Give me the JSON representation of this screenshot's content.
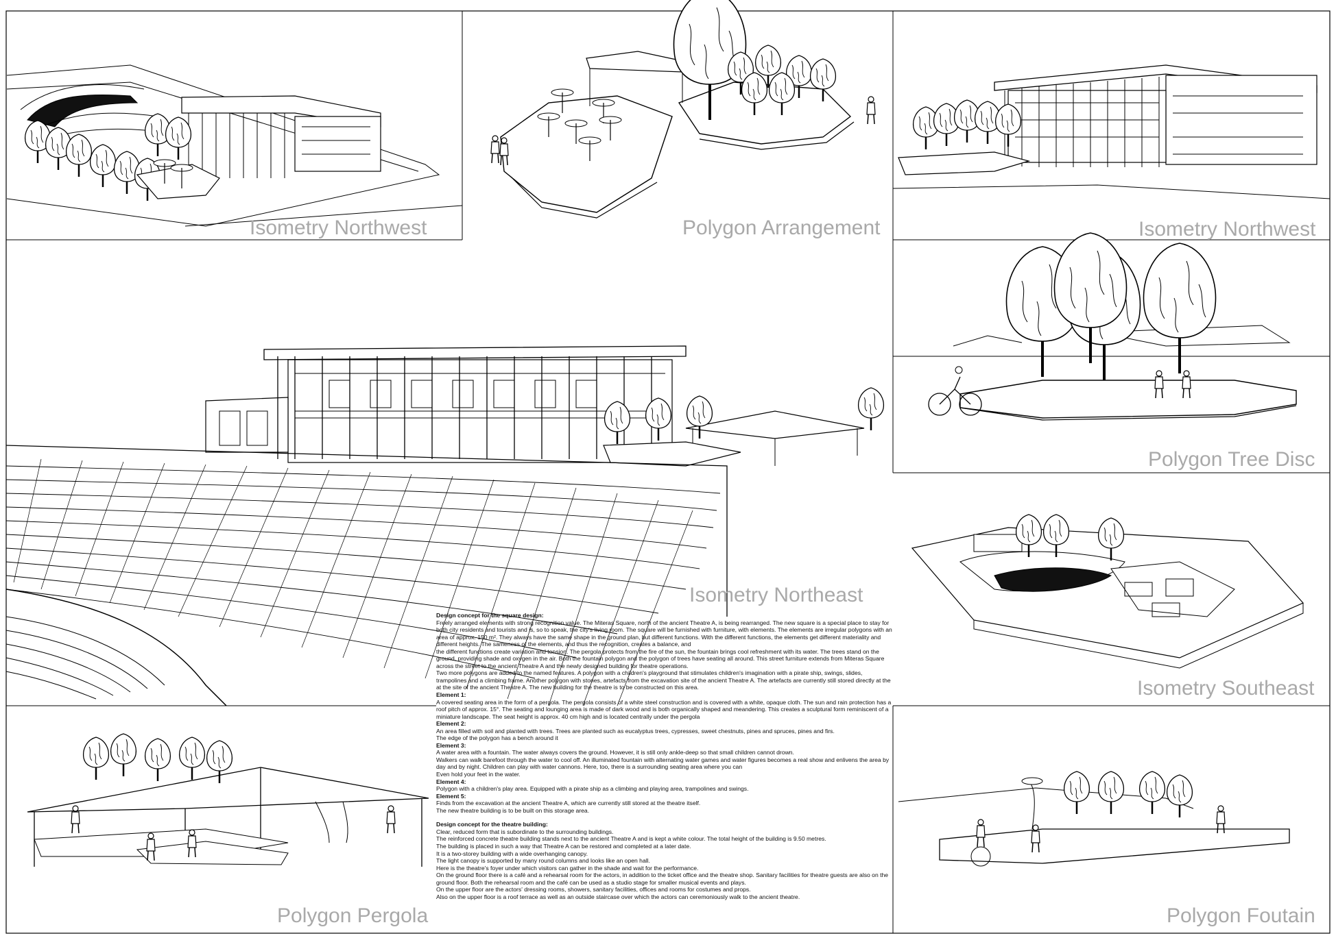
{
  "panels": [
    {
      "id": "iso-nw-1",
      "label": "Isometry Northwest"
    },
    {
      "id": "polygon-arrangement",
      "label": "Polygon Arrangement"
    },
    {
      "id": "iso-nw-2",
      "label": "Isometry Northwest"
    },
    {
      "id": "polygon-tree-disc",
      "label": "Polygon Tree Disc"
    },
    {
      "id": "iso-ne",
      "label": "Isometry Northeast"
    },
    {
      "id": "iso-se",
      "label": "Isometry Southeast"
    },
    {
      "id": "polygon-pergola",
      "label": "Polygon Pergola"
    },
    {
      "id": "polygon-fountain",
      "label": "Polygon Foutain"
    }
  ],
  "concept": {
    "square_heading": "Design concept for the square design:",
    "square_paragraphs": [
      "Freely arranged elements with strong recognition value. The Miteras Square, north of the ancient Theatre A, is being rearranged. The new square is a special place to stay for both city residents and tourists and is, so to speak, the city's living room. The square will be furnished with furniture, with elements. The elements are irregular polygons with an area of approx. 150 m². They always have the same shape in the ground plan, but different functions. With the different functions, the elements get different materiality and different heights. The sameness of the elements, and thus the recognition, creates a balance, and",
      "the different functions create variation and tension. The pergola protects from the fire of the sun, the fountain brings cool refreshment with its water. The trees stand on the ground, providing shade and oxygen in the air. Both the fountain polygon and the polygon of trees have seating all around. This street furniture extends from Miteras Square across the street to the ancient Theatre A and the newly designed building for theatre operations.",
      "Two more polygons are added to the named features. A polygon with a children's playground that stimulates children's imagination with a pirate ship, swings, slides, trampolines and a climbing frame. Another polygon with stones, artefacts from the excavation site of the ancient Theatre A. The artefacts are currently still stored directly at the",
      "at the site of the ancient Theatre A. The new building for the theatre is to be constructed on this area."
    ],
    "elements": [
      {
        "title": "Element 1:",
        "lines": [
          "A covered seating area in the form of a pergola. The pergola consists of a white steel construction and is covered with a white, opaque cloth. The sun and rain protection has a roof pitch of approx. 15°. The seating and lounging area is made of dark wood and is both organically shaped and meandering. This creates a sculptural form reminiscent of a miniature landscape. The seat height is approx. 40 cm high and is located centrally under the pergola"
        ]
      },
      {
        "title": "Element 2:",
        "lines": [
          "An area filled with soil and planted with trees. Trees are planted such as eucalyptus trees, cypresses, sweet chestnuts, pines and spruces, pines and firs.",
          "The edge of the polygon has a bench around it"
        ]
      },
      {
        "title": "Element 3:",
        "lines": [
          "A water area with a fountain. The water always covers the ground. However, it is still only ankle-deep so that small children cannot drown.",
          "Walkers can walk barefoot through the water to cool off. An illuminated fountain with alternating water games and water figures becomes a real show and enlivens the area by day and by night. Children can play with water cannons. Here, too, there is a surrounding seating area where you can",
          "Even hold your feet in the water."
        ]
      },
      {
        "title": "Element 4:",
        "lines": [
          "Polygon with a children's play area. Equipped with a pirate ship as a climbing and playing area, trampolines and swings."
        ]
      },
      {
        "title": "Element 5:",
        "lines": [
          "Finds from the excavation at the ancient Theatre A, which are currently still stored at the theatre itself.",
          "The new theatre building is to be built on this storage area."
        ]
      }
    ],
    "theatre_heading": "Design concept for the theatre building:",
    "theatre_lines": [
      "Clear, reduced form that is subordinate to the surrounding buildings.",
      "The reinforced concrete theatre building stands next to the ancient Theatre A and is kept a white colour. The total height of the building is 9.50 metres.",
      "The building is placed in such a way that Theatre A can be restored and completed at a later date.",
      "It is a two-storey building with a wide overhanging canopy.",
      "The light canopy is supported by many round columns and looks like an open hall.",
      "Here is the theatre's foyer under which visitors can gather in the shade and wait for the performance.",
      "On the ground floor there is a café and a rehearsal room for the actors, in addition to the ticket office and the theatre shop. Sanitary facilities for theatre guests are also on the ground floor. Both the rehearsal room and the café can be used as a studio stage for smaller musical events and plays.",
      "On the upper floor are the actors' dressing rooms, showers, sanitary facilities, offices and rooms for costumes and props.",
      "Also on the upper floor is a roof terrace as well as an outside staircase over which the actors can ceremoniously walk to the ancient theatre."
    ]
  }
}
